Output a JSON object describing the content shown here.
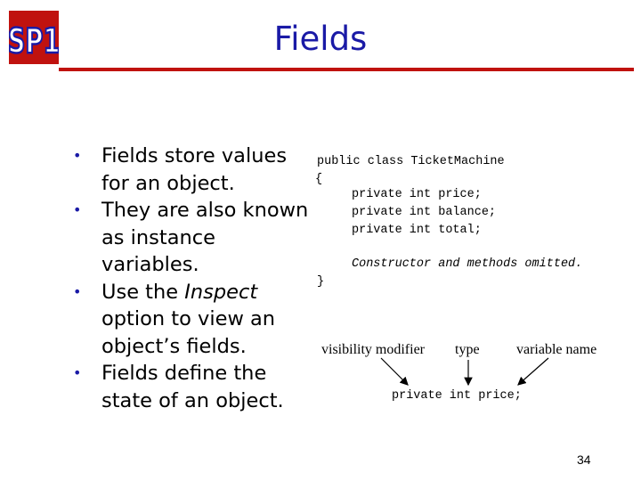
{
  "logo": {
    "text": "SP1",
    "colors": {
      "text": "#1a1aa6",
      "bg": "#c0120f"
    }
  },
  "slide": {
    "title": "Fields",
    "page_number": "34"
  },
  "bullets": {
    "items": [
      {
        "parts": [
          {
            "text": "Fields store values for an object."
          }
        ]
      },
      {
        "parts": [
          {
            "text": "They are also known as instance variables."
          }
        ]
      },
      {
        "parts": [
          {
            "text": "Use the "
          },
          {
            "text": "Inspect",
            "italic": true
          },
          {
            "text": " option to view an object’s fields."
          }
        ]
      },
      {
        "parts": [
          {
            "text": "Fields define the state of an object."
          }
        ]
      }
    ],
    "marker": "•"
  },
  "code": {
    "class_decl": "public class TicketMachine",
    "open_brace": "{",
    "fields": [
      "private int price;",
      "private int balance;",
      "private int total;"
    ],
    "comment": "Constructor and methods omitted.",
    "close_brace": "}"
  },
  "diagram": {
    "labels": {
      "visibility": "visibility modifier",
      "type": "type",
      "name": "variable name"
    },
    "example": "private int price;"
  },
  "colors": {
    "title": "#1a1aa6",
    "rule": "#c0120f",
    "bullet": "#1a1aa6"
  }
}
